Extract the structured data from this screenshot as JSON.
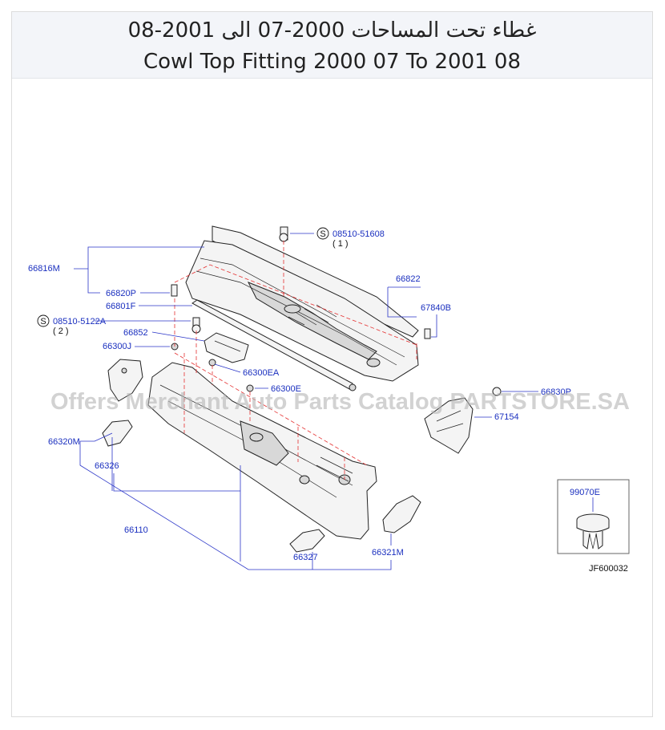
{
  "header": {
    "title_ar": "غطاء تحت المساحات 2000-07 الى 2001-08",
    "title_en": "Cowl Top Fitting 2000 07 To 2001 08"
  },
  "watermark": "Offers Merchant Auto Parts Catalog PARTSTORE.SA",
  "diagram_code": "JF600032",
  "callouts": {
    "c66816M": "66816M",
    "c66820P": "66820P",
    "c66801F": "66801F",
    "c08510_5122A": "08510-5122A",
    "c08510_5122A_qty": "( 2 )",
    "c66852": "66852",
    "c66300J": "66300J",
    "c66300EA": "66300EA",
    "c66300E": "66300E",
    "c08510_51608": "08510-51608",
    "c08510_51608_qty": "( 1 )",
    "c66822": "66822",
    "c67840B": "67840B",
    "c66830P": "66830P",
    "c67154": "67154",
    "c66320M": "66320M",
    "c66326": "66326",
    "c66110": "66110",
    "c66327": "66327",
    "c66321M": "66321M",
    "c99070E": "99070E",
    "s_symbol": "S"
  }
}
